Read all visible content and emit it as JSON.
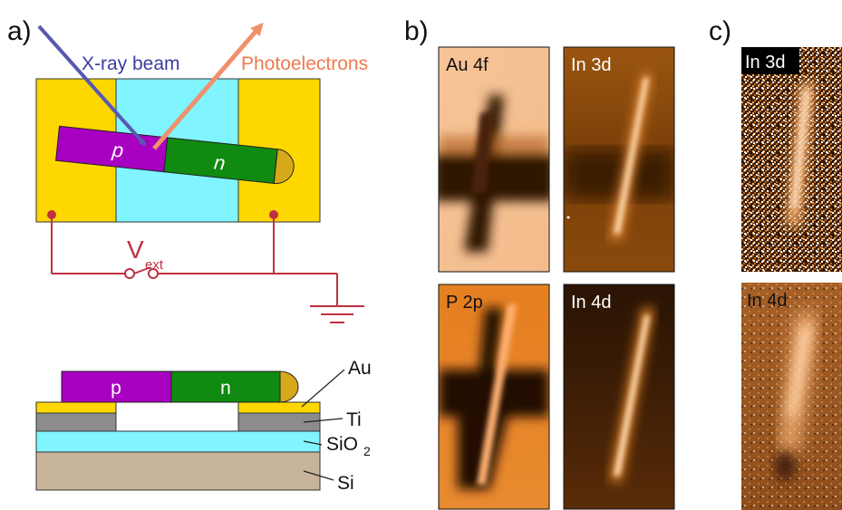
{
  "panel_letters": {
    "a": "a)",
    "b": "b)",
    "c": "c)"
  },
  "schematic_top": {
    "xray_label": "X-ray beam",
    "photo_label": "Photoelectrons",
    "p_label": "p",
    "n_label": "n",
    "v_symbol": "V",
    "v_subscript": "ext"
  },
  "cross_section": {
    "p_label": "p",
    "n_label": "n",
    "layers": {
      "au": "Au",
      "ti": "Ti",
      "sio2_base": "SiO",
      "sio2_sub": "2",
      "si": "Si"
    }
  },
  "maps_b": [
    {
      "label": "Au 4f"
    },
    {
      "label": "In 3d"
    },
    {
      "label": "P 2p"
    },
    {
      "label": "In 4d"
    }
  ],
  "maps_c": [
    {
      "label": "In 3d"
    },
    {
      "label": "In 4d"
    }
  ],
  "colors": {
    "gold": "#FFD700",
    "cyan": "#80F4FF",
    "p_type": "#A800C0",
    "n_type": "#108A10",
    "xray": "#5858B0",
    "photo": "#F0906C",
    "circuit": "#C03040",
    "ti_gray": "#8C8C8C",
    "si_tan": "#C8B49A"
  }
}
